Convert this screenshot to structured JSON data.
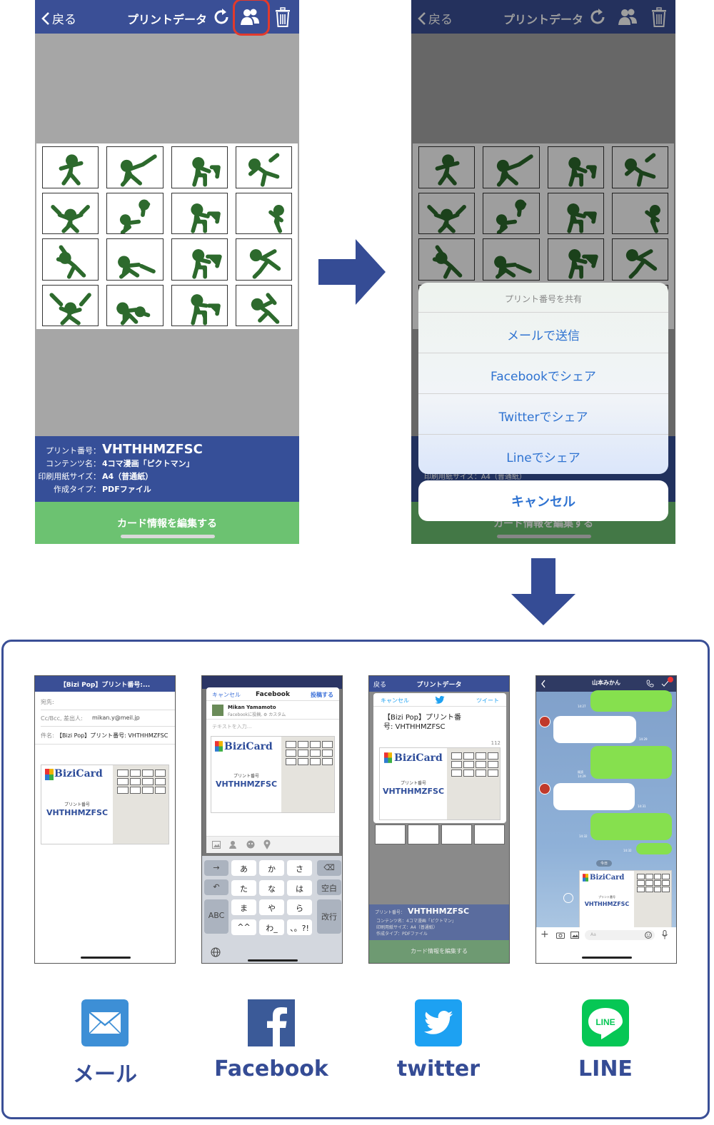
{
  "phone1": {
    "nav": {
      "back": "戻る",
      "title": "プリントデータ"
    },
    "info": {
      "print_no_label": "プリント番号：",
      "print_no": "VHTHHMZFSC",
      "content_label": "コンテンツ名：",
      "content": "4コマ漫画「ピクトマン」",
      "paper_label": "印刷用紙サイズ：",
      "paper": "A4（普通紙）",
      "type_label": "作成タイプ：",
      "type": "PDFファイル"
    },
    "edit_button": "カード情報を編集する"
  },
  "phone2": {
    "nav": {
      "back": "戻る",
      "title": "プリントデータ"
    },
    "sheet": {
      "title": "プリント番号を共有",
      "items": [
        "メールで送信",
        "Facebookでシェア",
        "Twitterでシェア",
        "Lineでシェア"
      ],
      "cancel": "キャンセル"
    },
    "paper_peek": "印刷用紙サイズ：A4（普通紙）",
    "edit_button": "カード情報を編集する"
  },
  "card": {
    "logo": "BiziCard",
    "print_label": "プリント番号",
    "print_no": "VHTHHMZFSC"
  },
  "mail_screen": {
    "subject_bar": "【Bizi Pop】プリント番号:...",
    "to_label": "宛先:",
    "cc_label": "Cc/Bcc, 差出人:",
    "cc_value": "mikan.y@meil.jp",
    "subject_label": "件名:",
    "subject_value": "【Bizi Pop】プリント番号: VHTHHMZFSC"
  },
  "fb_screen": {
    "cancel": "キャンセル",
    "title": "Facebook",
    "post": "投稿する",
    "user": "Mikan Yamamoto",
    "audience": "Facebookに投稿, ⚙ カスタム",
    "placeholder": "テキストを入力...",
    "keys": [
      "あ",
      "か",
      "さ",
      "た",
      "な",
      "は",
      "ま",
      "や",
      "ら",
      "^^",
      "わ_",
      "、。?!"
    ],
    "key_space": "空白",
    "key_abc": "ABC",
    "key_enter": "改行"
  },
  "tw_screen": {
    "back": "戻る",
    "title": "プリントデータ",
    "cancel": "キャンセル",
    "tweet": "ツイート",
    "text": "【Bizi Pop】プリント番号: VHTHHMZFSC",
    "count": "112",
    "info_print": "VHTHHMZFSC",
    "info_print_label": "プリント番号：",
    "info_content": "コンテンツ名：4コマ漫画「ピクトマン」",
    "info_paper": "印刷用紙サイズ：A4（普通紙）",
    "info_type": "作成タイプ：PDFファイル",
    "edit": "カード情報を編集する"
  },
  "line_screen": {
    "name": "山本みかん",
    "read": "既読",
    "times": [
      "14:27",
      "14:29",
      "14:29",
      "14:31",
      "14:32",
      "14:32"
    ],
    "today": "今日",
    "input_placeholder": "Aa"
  },
  "apps": [
    {
      "label": "メール",
      "color": "#3d8fd6"
    },
    {
      "label": "Facebook",
      "color": "#3b5a98"
    },
    {
      "label": "twitter",
      "color": "#1da1f2"
    },
    {
      "label": "LINE",
      "color": "#06c755"
    }
  ],
  "colors": {
    "nav": "#3a4f96",
    "info": "#364f98",
    "edit": "#6cc271",
    "accent": "#2f73d1",
    "pict": "#2d6a2d",
    "arrow": "#354c95"
  }
}
